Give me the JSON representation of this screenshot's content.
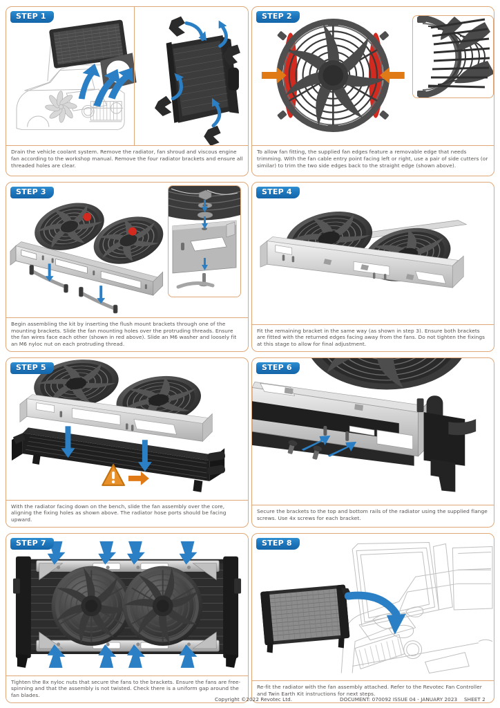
{
  "document": {
    "copyright": "Copyright ©2022 Revotec Ltd.",
    "doc_ref": "DOCUMENT: 070092 ISSUE 04 - JANUARY 2023",
    "sheet": "SHEET 2"
  },
  "colors": {
    "panel_border": "#e0a878",
    "step_badge_blue": "#1d76bd",
    "arrow_blue": "#2b7fc4",
    "arrow_orange": "#e07a16",
    "warning_orange": "#e8902a",
    "highlight_red": "#d32a20",
    "caption_text": "#55514f"
  },
  "steps": [
    {
      "id": "step-1",
      "badge": "STEP 1",
      "caption": "Drain the vehicle coolant system. Remove the radiator, fan shroud and viscous engine fan according to the workshop manual. Remove the four radiator brackets and ensure all threaded holes are clear.",
      "art_alt": "Vehicle front with bonnet open, radiator and fan shroud lifting out with blue arrows; exploded radiator with four brackets removed"
    },
    {
      "id": "step-2",
      "badge": "STEP 2",
      "caption": "To allow fan fitting, the supplied fan edges feature a removable edge that needs trimming. With the fan cable entry point facing left or right, use a pair of side cutters (or similar) to trim the two side edges back to the straight edge (shown above).",
      "art_alt": "Front view of cooling fan with orange arrows pointing at the red removable side edges, plus a zoomed detail inset of the trimmed edge"
    },
    {
      "id": "step-3",
      "badge": "STEP 3",
      "caption": "Begin assembling the kit by inserting the flush mount brackets through one of the mounting brackets. Slide the fan mounting holes over the protruding threads. Ensure the fan wires face each other (shown in red above). Slide an M6 washer and loosely fit an M6 nyloc nut on each protruding thread.",
      "art_alt": "Two fans above a slotted mounting bracket with flush mount studs and blue assembly arrows; inset shows nut, washer and stud detail"
    },
    {
      "id": "step-4",
      "badge": "STEP 4",
      "caption": "Fit the remaining bracket in the same way (as shown in step 3). Ensure both brackets are fitted with the returned edges facing away from the fans. Do not tighten the fixings at this stage to allow for final adjustment.",
      "art_alt": "Twin fan assembly mounted on two slotted brackets, returned edges facing away from the fans"
    },
    {
      "id": "step-5",
      "badge": "STEP 5",
      "caption": "With the radiator facing down on the bench, slide the fan assembly over the core, aligning the fixing holes as shown above. The radiator hose ports should be facing upward.",
      "art_alt": "Fan assembly lowering onto radiator core with blue down arrows and an orange warning triangle with arrow indicating hose port orientation"
    },
    {
      "id": "step-6",
      "badge": "STEP 6",
      "caption": "Secure the brackets to the top and bottom rails of the radiator using the supplied flange screws. Use 4x screws for each bracket.",
      "art_alt": "Close-up of bracket rail with two flange screws and blue arrows indicating screw insertion points"
    },
    {
      "id": "step-7",
      "badge": "STEP 7",
      "caption": "Tighten the 8x nyloc nuts that secure the fans to the brackets. Ensure the fans are free-spinning and that the assembly is not twisted. Check there is a uniform gap around the fan blades.",
      "art_alt": "Front view of radiator with twin fans fitted, eight blue arrows pointing at the nyloc nut locations"
    },
    {
      "id": "step-8",
      "badge": "STEP 8",
      "caption": "Re-fit the radiator with the fan assembly attached. Refer to the Revotec Fan Controller and Twin Earth Kit instructions for next steps.",
      "art_alt": "Radiator assembly being lowered back into the vehicle engine bay with a curved blue arrow"
    }
  ]
}
